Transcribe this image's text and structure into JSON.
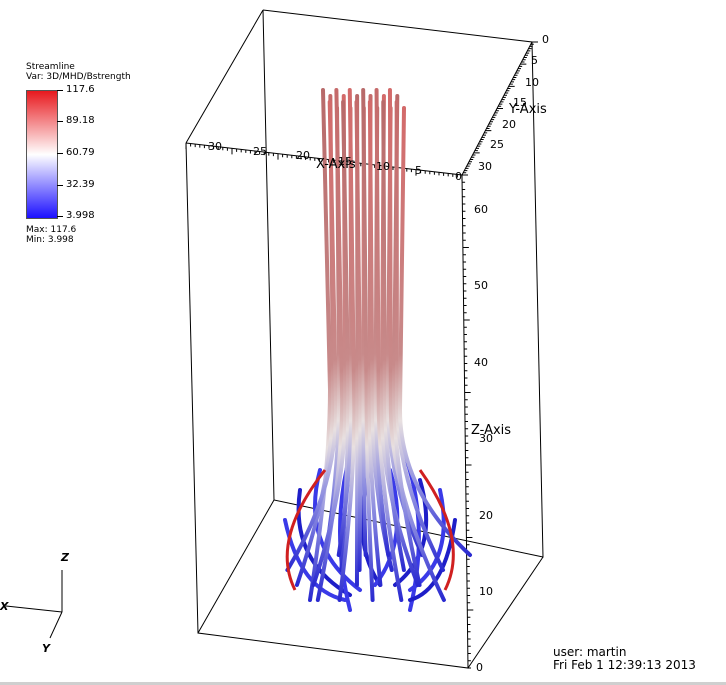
{
  "legend": {
    "title": "Streamline",
    "var": "Var: 3D/MHD/Bstrength",
    "max_text": "Max:  117.6",
    "min_text": "Min:  3.998",
    "ticks": [
      "117.6",
      "89.18",
      "60.79",
      "32.39",
      "3.998"
    ],
    "colors": {
      "high": "#e8191e",
      "mid": "#ffffff",
      "low": "#1c10ff"
    }
  },
  "axes": {
    "x_title": "X-Axis",
    "y_title": "Y-Axis",
    "z_title": "Z-Axis",
    "x_ticks": [
      "30",
      "25",
      "20",
      "15",
      "10",
      "5",
      "0"
    ],
    "y_ticks": [
      "0",
      "5",
      "10",
      "15",
      "20",
      "25",
      "30"
    ],
    "z_ticks": [
      "60",
      "50",
      "40",
      "30",
      "20",
      "10",
      "0"
    ]
  },
  "triad": {
    "x": "X",
    "y": "Y",
    "z": "Z"
  },
  "user_info": {
    "user": "user: martin",
    "date": "Fri Feb  1 12:39:13 2013"
  }
}
